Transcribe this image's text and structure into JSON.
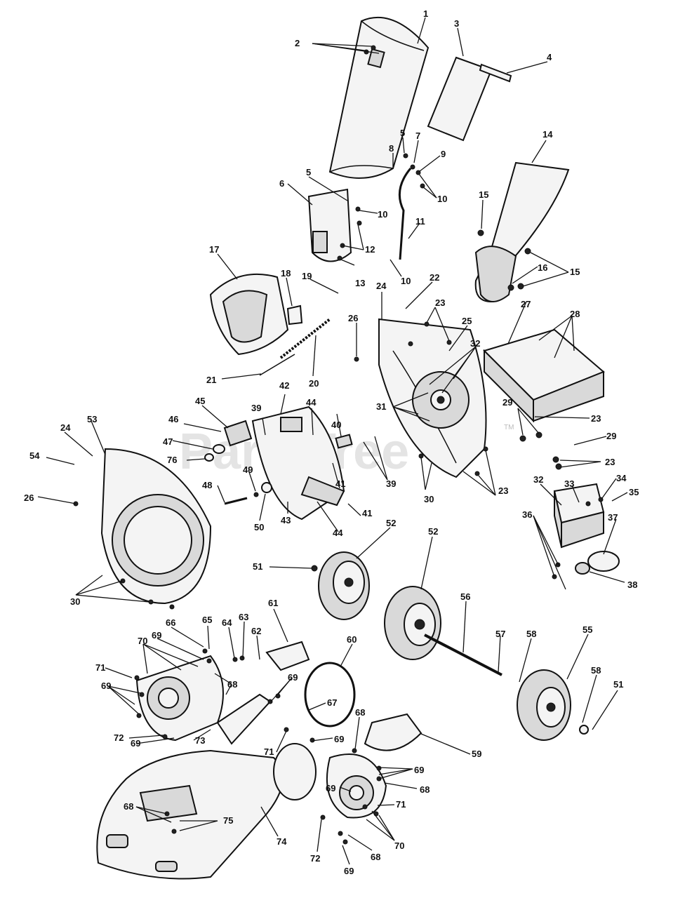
{
  "watermark": {
    "text": "PartsTree",
    "tm": "TM"
  },
  "callouts": [
    {
      "id": "c1",
      "text": "1"
    },
    {
      "id": "c2",
      "text": "2"
    },
    {
      "id": "c3",
      "text": "3"
    },
    {
      "id": "c4",
      "text": "4"
    },
    {
      "id": "c5a",
      "text": "5"
    },
    {
      "id": "c5b",
      "text": "5"
    },
    {
      "id": "c6",
      "text": "6"
    },
    {
      "id": "c7",
      "text": "7"
    },
    {
      "id": "c8",
      "text": "8"
    },
    {
      "id": "c9",
      "text": "9"
    },
    {
      "id": "c10a",
      "text": "10"
    },
    {
      "id": "c10b",
      "text": "10"
    },
    {
      "id": "c10c",
      "text": "10"
    },
    {
      "id": "c11",
      "text": "11"
    },
    {
      "id": "c12",
      "text": "12"
    },
    {
      "id": "c13",
      "text": "13"
    },
    {
      "id": "c14",
      "text": "14"
    },
    {
      "id": "c15a",
      "text": "15"
    },
    {
      "id": "c15b",
      "text": "15"
    },
    {
      "id": "c16",
      "text": "16"
    },
    {
      "id": "c17",
      "text": "17"
    },
    {
      "id": "c18",
      "text": "18"
    },
    {
      "id": "c19",
      "text": "19"
    },
    {
      "id": "c20",
      "text": "20"
    },
    {
      "id": "c21",
      "text": "21"
    },
    {
      "id": "c22",
      "text": "22"
    },
    {
      "id": "c23a",
      "text": "23"
    },
    {
      "id": "c23b",
      "text": "23"
    },
    {
      "id": "c23c",
      "text": "23"
    },
    {
      "id": "c23d",
      "text": "23"
    },
    {
      "id": "c24a",
      "text": "24"
    },
    {
      "id": "c24b",
      "text": "24"
    },
    {
      "id": "c25",
      "text": "25"
    },
    {
      "id": "c26a",
      "text": "26"
    },
    {
      "id": "c26b",
      "text": "26"
    },
    {
      "id": "c27",
      "text": "27"
    },
    {
      "id": "c28",
      "text": "28"
    },
    {
      "id": "c29a",
      "text": "29"
    },
    {
      "id": "c29b",
      "text": "29"
    },
    {
      "id": "c30a",
      "text": "30"
    },
    {
      "id": "c30b",
      "text": "30"
    },
    {
      "id": "c31",
      "text": "31"
    },
    {
      "id": "c32a",
      "text": "32"
    },
    {
      "id": "c32b",
      "text": "32"
    },
    {
      "id": "c33",
      "text": "33"
    },
    {
      "id": "c34",
      "text": "34"
    },
    {
      "id": "c35",
      "text": "35"
    },
    {
      "id": "c36",
      "text": "36"
    },
    {
      "id": "c37",
      "text": "37"
    },
    {
      "id": "c38",
      "text": "38"
    },
    {
      "id": "c39a",
      "text": "39"
    },
    {
      "id": "c39b",
      "text": "39"
    },
    {
      "id": "c40",
      "text": "40"
    },
    {
      "id": "c41a",
      "text": "41"
    },
    {
      "id": "c41b",
      "text": "41"
    },
    {
      "id": "c42",
      "text": "42"
    },
    {
      "id": "c43",
      "text": "43"
    },
    {
      "id": "c44a",
      "text": "44"
    },
    {
      "id": "c44b",
      "text": "44"
    },
    {
      "id": "c45",
      "text": "45"
    },
    {
      "id": "c46",
      "text": "46"
    },
    {
      "id": "c47",
      "text": "47"
    },
    {
      "id": "c48",
      "text": "48"
    },
    {
      "id": "c49",
      "text": "49"
    },
    {
      "id": "c50",
      "text": "50"
    },
    {
      "id": "c51a",
      "text": "51"
    },
    {
      "id": "c51b",
      "text": "51"
    },
    {
      "id": "c52a",
      "text": "52"
    },
    {
      "id": "c52b",
      "text": "52"
    },
    {
      "id": "c53",
      "text": "53"
    },
    {
      "id": "c54",
      "text": "54"
    },
    {
      "id": "c55",
      "text": "55"
    },
    {
      "id": "c56",
      "text": "56"
    },
    {
      "id": "c57",
      "text": "57"
    },
    {
      "id": "c58a",
      "text": "58"
    },
    {
      "id": "c58b",
      "text": "58"
    },
    {
      "id": "c59",
      "text": "59"
    },
    {
      "id": "c60",
      "text": "60"
    },
    {
      "id": "c61",
      "text": "61"
    },
    {
      "id": "c62",
      "text": "62"
    },
    {
      "id": "c63",
      "text": "63"
    },
    {
      "id": "c64",
      "text": "64"
    },
    {
      "id": "c65",
      "text": "65"
    },
    {
      "id": "c66",
      "text": "66"
    },
    {
      "id": "c67",
      "text": "67"
    },
    {
      "id": "c68a",
      "text": "68"
    },
    {
      "id": "c68b",
      "text": "68"
    },
    {
      "id": "c68c",
      "text": "68"
    },
    {
      "id": "c68d",
      "text": "68"
    },
    {
      "id": "c68e",
      "text": "68"
    },
    {
      "id": "c69a",
      "text": "69"
    },
    {
      "id": "c69b",
      "text": "69"
    },
    {
      "id": "c69c",
      "text": "69"
    },
    {
      "id": "c69d",
      "text": "69"
    },
    {
      "id": "c69e",
      "text": "69"
    },
    {
      "id": "c69f",
      "text": "69"
    },
    {
      "id": "c69g",
      "text": "69"
    },
    {
      "id": "c69h",
      "text": "69"
    },
    {
      "id": "c70a",
      "text": "70"
    },
    {
      "id": "c70b",
      "text": "70"
    },
    {
      "id": "c71a",
      "text": "71"
    },
    {
      "id": "c71b",
      "text": "71"
    },
    {
      "id": "c71c",
      "text": "71"
    },
    {
      "id": "c72a",
      "text": "72"
    },
    {
      "id": "c72b",
      "text": "72"
    },
    {
      "id": "c73",
      "text": "73"
    },
    {
      "id": "c74",
      "text": "74"
    },
    {
      "id": "c75",
      "text": "75"
    },
    {
      "id": "c76",
      "text": "76"
    }
  ]
}
